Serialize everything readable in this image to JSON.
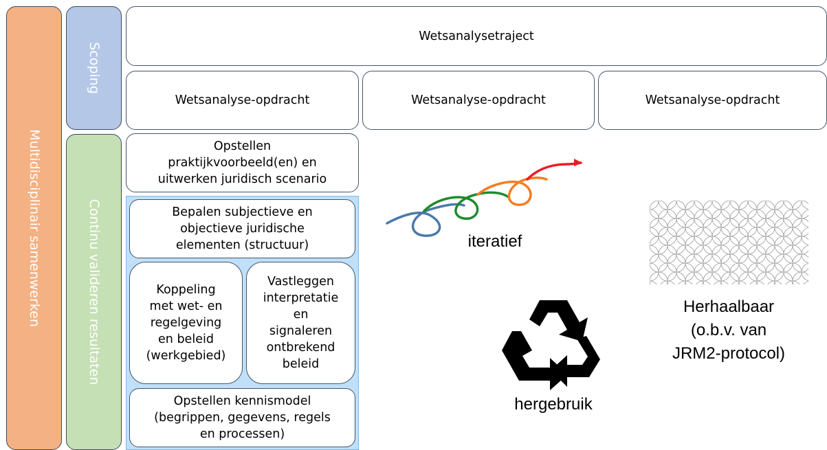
{
  "columns": {
    "multidisciplinary": "Multidisciplinair samenwerken",
    "scoping": "Scoping",
    "validate": "Continu valideren resultaten"
  },
  "trajectory": "Wetsanalysetraject",
  "assignments": [
    "Wetsanalyse-opdracht",
    "Wetsanalyse-opdracht",
    "Wetsanalyse-opdracht"
  ],
  "steps": {
    "step1": "Opstellen\npraktijkvoorbeeld(en) en\nuitwerken juridisch scenario",
    "step2": "Bepalen subjectieve en\nobjectieve juridische\nelementen (structuur)",
    "step3": "Koppeling\nmet wet- en\nregelgeving\nen beleid\n(werkgebied)",
    "step4": "Vastleggen\ninterpretatie\nen\nsignaleren\nontbrekend\nbeleid",
    "step5": "Opstellen kennismodel\n(begrippen, gegevens, regels\nen processen)"
  },
  "captions": {
    "iterative": "iteratief",
    "reuse": "hergebruik",
    "repeatable": "Herhaalbaar\n(o.b.v. van\nJRM2-protocol)"
  },
  "icons": {
    "iterative": "iterative-loop-icon",
    "reuse": "recycle-icon",
    "repeatable": "repeat-pattern-icon"
  },
  "colors": {
    "multidisciplinary": "#f4b183",
    "scoping": "#b4c7e7",
    "validate": "#c5e0b4",
    "panel": "#bfe0f8",
    "loop_blue": "#4a7aa8",
    "loop_green": "#1e8a2e",
    "loop_orange": "#f47d20",
    "loop_red": "#ec1c24"
  }
}
